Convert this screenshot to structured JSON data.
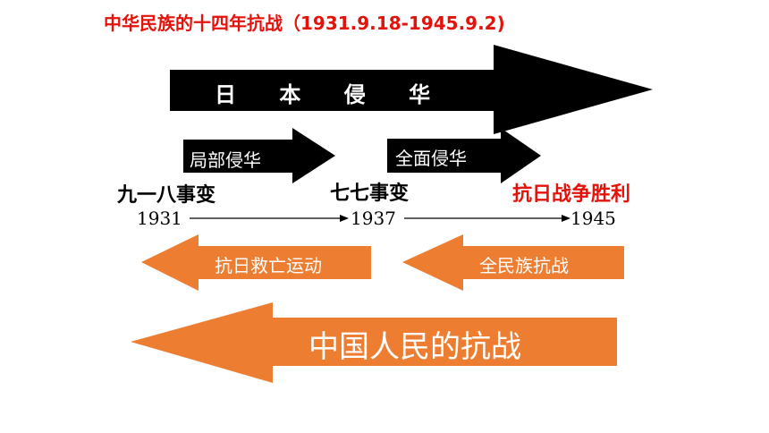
{
  "title": "中华民族的十四年抗战（1931.9.18-1945.9.2)",
  "arrows": {
    "japan_invasion": "日 本 侵 华",
    "partial_invasion": "局部侵华",
    "full_invasion": "全面侵华",
    "anti_japan_movement": "抗日救亡运动",
    "nationwide_resistance": "全民族抗战",
    "chinese_people_resistance": "中国人民的抗战"
  },
  "events": {
    "event_1931": "九一八事变",
    "event_1937": "七七事变",
    "event_1945": "抗日战争胜利"
  },
  "timeline": {
    "year_1931": "1931",
    "year_1937": "1937",
    "year_1945": "1945"
  },
  "colors": {
    "title": "#e3120b",
    "black_arrow": "#000000",
    "orange_arrow": "#ed7d31",
    "victory": "#e3120b"
  }
}
